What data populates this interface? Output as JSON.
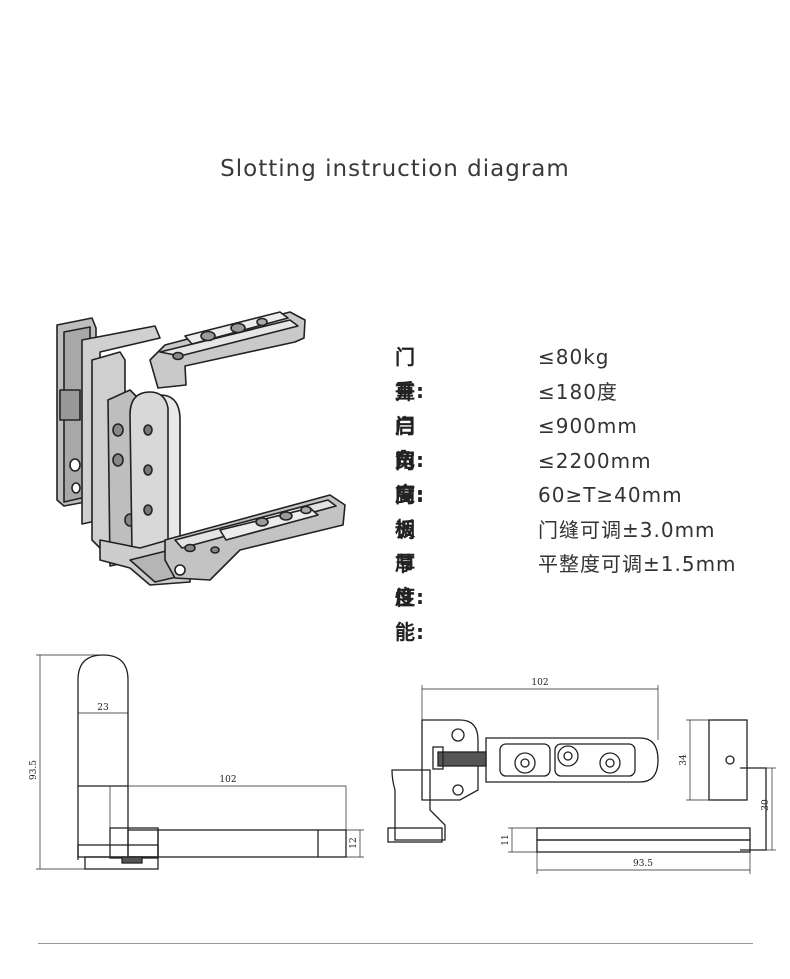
{
  "title": "Slotting instruction diagram",
  "specs": [
    {
      "label": "门重:",
      "value": "≤80kg"
    },
    {
      "label": "开启角度:",
      "value": "≤180度"
    },
    {
      "label": "门宽:",
      "value": "≤900mm"
    },
    {
      "label": "门高:",
      "value": "≤2200mm"
    },
    {
      "label": "门板厚度:",
      "value": "60≥T≥40mm"
    },
    {
      "label": "调节性能:",
      "value": "门缝可调±3.0mm"
    },
    {
      "label": "",
      "value": "平整度可调±1.5mm"
    }
  ],
  "dimensions": {
    "left_view": {
      "height": "93.5",
      "width_top": "23",
      "arm_length": "102",
      "arm_thickness": "12"
    },
    "right_view": {
      "length": "102",
      "base": "93.5",
      "side": "34",
      "height": "30",
      "offset": "11"
    }
  }
}
